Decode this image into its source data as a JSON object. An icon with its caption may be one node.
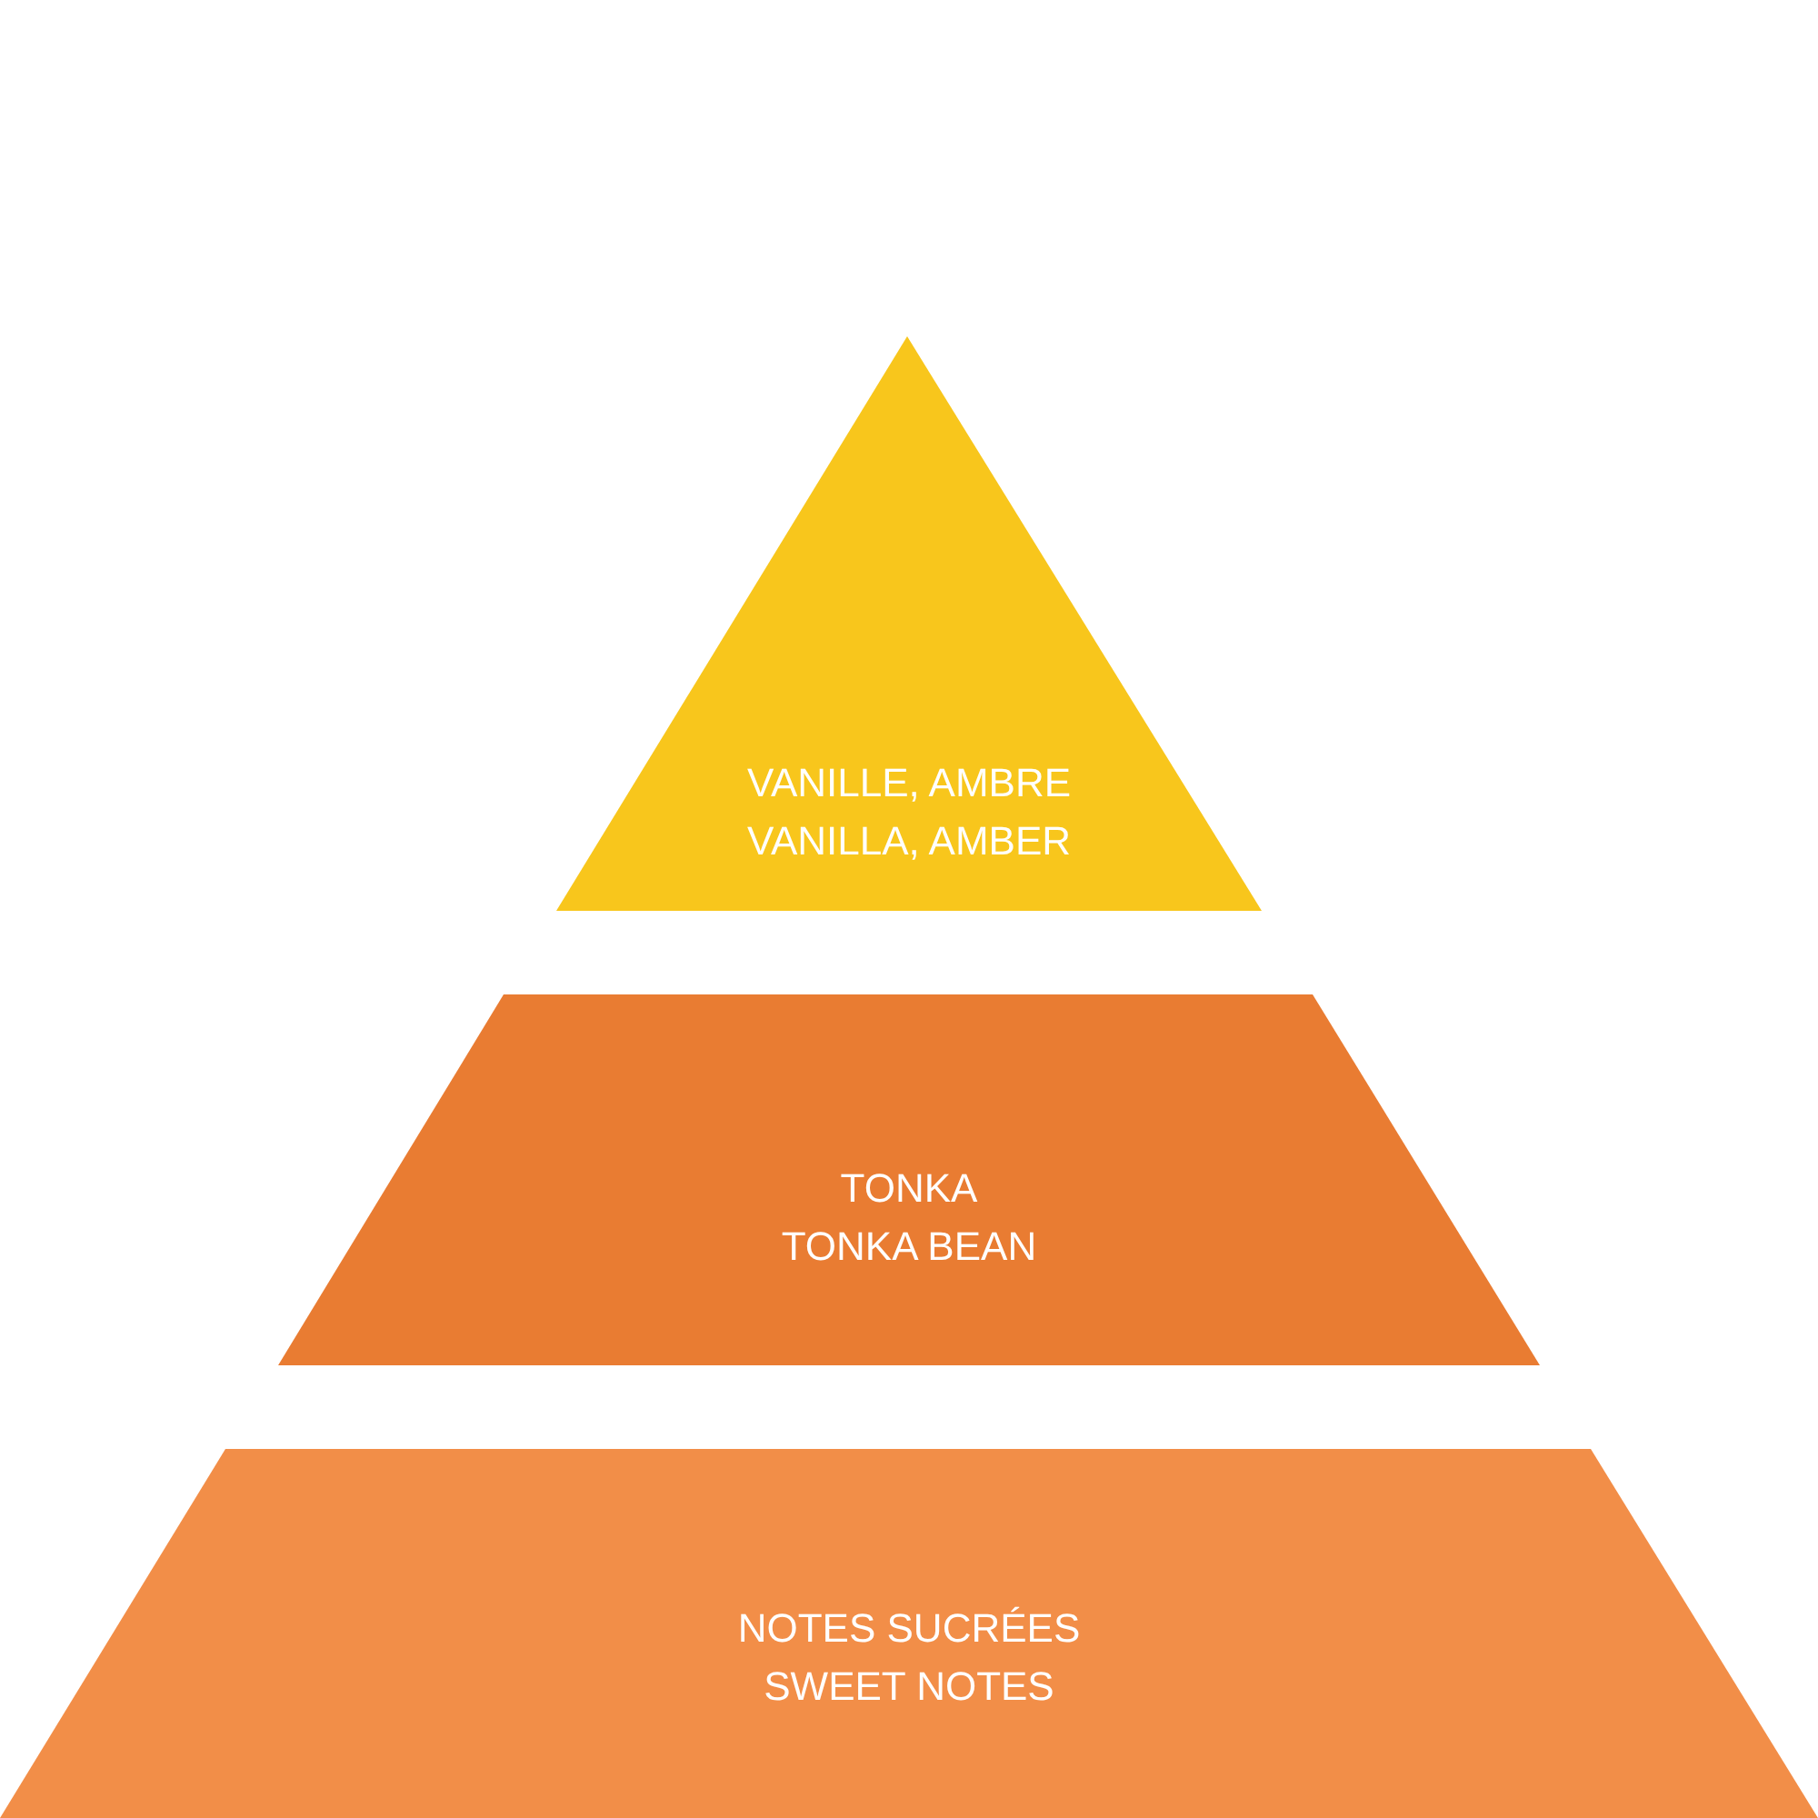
{
  "diagram": {
    "nodes": [
      {
        "text": [
          "VANILLE, AMBRE",
          "VANILLA, AMBER"
        ]
      },
      {
        "text": [
          "TONKA",
          "TONKA BEAN"
        ]
      },
      {
        "text": [
          "NOTES SUCRÉES",
          "SWEET NOTES"
        ]
      }
    ]
  }
}
